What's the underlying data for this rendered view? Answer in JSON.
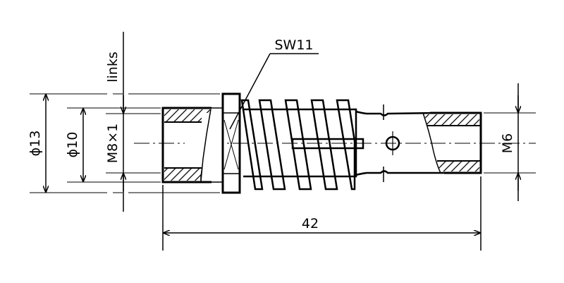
{
  "drawing": {
    "labels": {
      "wrench_size": "SW11",
      "direction": "links",
      "outer_diameter": "ϕ13",
      "inner_diameter": "ϕ10",
      "left_thread": "M8×1",
      "right_thread": "M6",
      "length": "42"
    },
    "colors": {
      "ink": "#000000",
      "background": "#ffffff"
    }
  }
}
